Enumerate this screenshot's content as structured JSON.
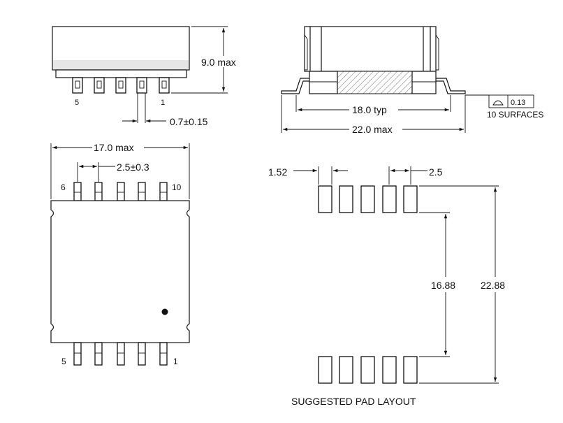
{
  "side_view": {
    "height_label": "9.0 max",
    "pin_left": "5",
    "pin_right": "1",
    "lead_width_label": "0.7±0.15"
  },
  "end_view": {
    "inner_span_label": "18.0 typ",
    "outer_span_label": "22.0 max",
    "coplanarity_value": "0.13",
    "coplanarity_note": "10 SURFACES"
  },
  "top_view": {
    "width_label": "17.0 max",
    "pitch_label": "2.5±0.3",
    "pin_top_left": "6",
    "pin_top_right": "10",
    "pin_bottom_left": "5",
    "pin_bottom_right": "1"
  },
  "pad_layout": {
    "pad_width_label": "1.52",
    "pad_pitch_label": "2.5",
    "inner_span_label": "16.88",
    "outer_span_label": "22.88",
    "caption": "SUGGESTED PAD LAYOUT"
  }
}
